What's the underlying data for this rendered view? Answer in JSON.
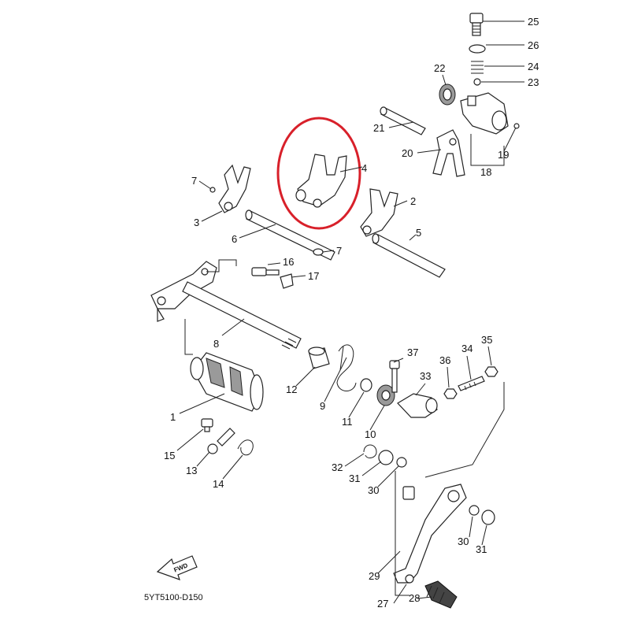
{
  "diagram": {
    "code": "5YT5100-D150",
    "fwd_label": "FWD",
    "highlight_color": "#d8202a",
    "callouts": {
      "c1": "1",
      "c2": "2",
      "c3": "3",
      "c4": "4",
      "c5": "5",
      "c6": "6",
      "c7a": "7",
      "c7b": "7",
      "c8": "8",
      "c9": "9",
      "c10": "10",
      "c11": "11",
      "c12": "12",
      "c13": "13",
      "c14": "14",
      "c15": "15",
      "c16": "16",
      "c17": "17",
      "c18": "18",
      "c19": "19",
      "c20": "20",
      "c21": "21",
      "c22": "22",
      "c23": "23",
      "c24": "24",
      "c25": "25",
      "c26": "26",
      "c27": "27",
      "c28": "28",
      "c29": "29",
      "c30a": "30",
      "c30b": "30",
      "c31a": "31",
      "c31b": "31",
      "c32": "32",
      "c33": "33",
      "c34": "34",
      "c35": "35",
      "c36": "36",
      "c37": "37"
    }
  }
}
